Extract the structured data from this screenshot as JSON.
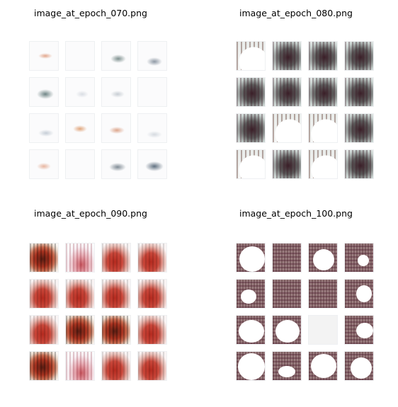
{
  "panels": [
    {
      "title": "image_at_epoch_070.png"
    },
    {
      "title": "image_at_epoch_080.png"
    },
    {
      "title": "image_at_epoch_090.png"
    },
    {
      "title": "image_at_epoch_100.png"
    }
  ]
}
